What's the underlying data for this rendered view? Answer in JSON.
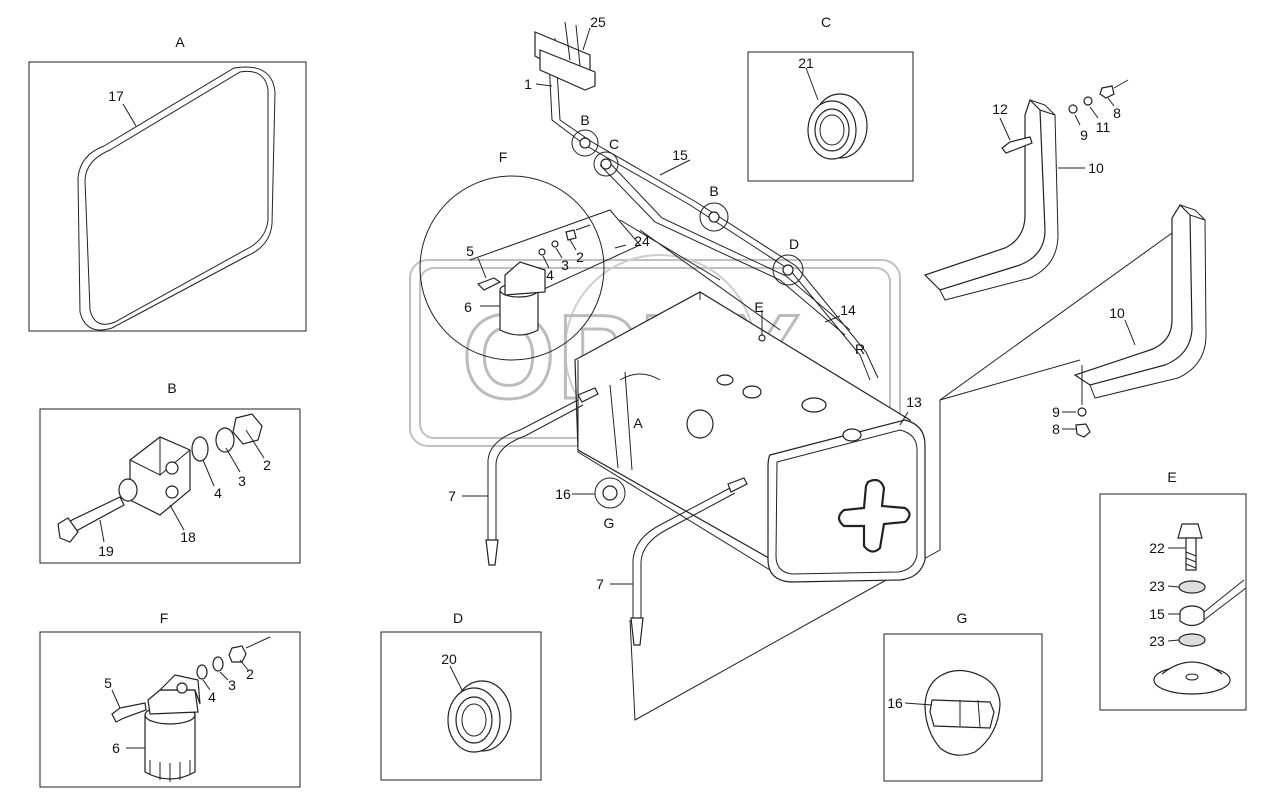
{
  "watermark": "OPEX",
  "views": {
    "A": {
      "title": "A",
      "parts": [
        "17"
      ]
    },
    "B": {
      "title": "B",
      "parts": [
        "2",
        "3",
        "4",
        "18",
        "19"
      ]
    },
    "C": {
      "title": "C",
      "parts": [
        "21"
      ]
    },
    "D": {
      "title": "D",
      "parts": [
        "20"
      ]
    },
    "E": {
      "title": "E",
      "parts": [
        "22",
        "23",
        "15",
        "23"
      ]
    },
    "F": {
      "title": "F",
      "parts": [
        "5",
        "4",
        "3",
        "2",
        "6"
      ]
    },
    "G": {
      "title": "G",
      "parts": [
        "16"
      ]
    }
  },
  "main": {
    "detail_F_title": "F",
    "callouts": [
      "25",
      "1",
      "B",
      "C",
      "15",
      "B",
      "D",
      "24",
      "5",
      "4",
      "3",
      "2",
      "6",
      "E",
      "14",
      "R",
      "12",
      "9",
      "11",
      "8",
      "10",
      "10",
      "9",
      "8",
      "13",
      "A",
      "16",
      "G",
      "7",
      "7"
    ]
  }
}
